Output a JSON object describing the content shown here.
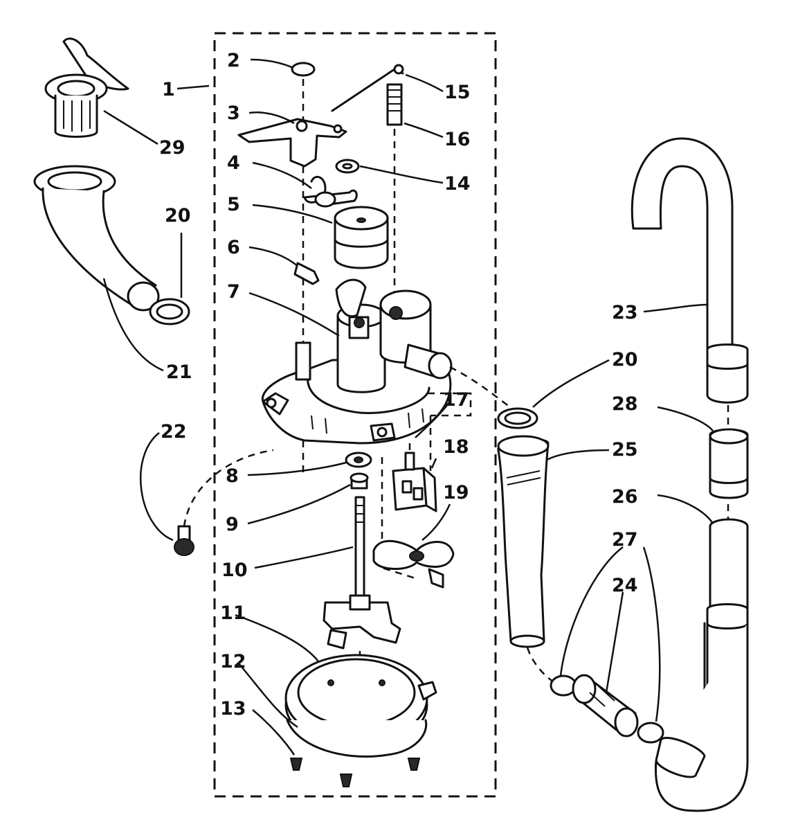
{
  "callouts": {
    "c1": "1",
    "c2": "2",
    "c3": "3",
    "c4": "4",
    "c5": "5",
    "c6": "6",
    "c7": "7",
    "c8": "8",
    "c9": "9",
    "c10": "10",
    "c11": "11",
    "c12": "12",
    "c13": "13",
    "c14": "14",
    "c15": "15",
    "c16": "16",
    "c17": "17",
    "c18": "18",
    "c19": "19",
    "c20a": "20",
    "c20b": "20",
    "c21": "21",
    "c22": "22",
    "c23": "23",
    "c24": "24",
    "c25": "25",
    "c26": "26",
    "c27": "27",
    "c28": "28",
    "c29": "29"
  }
}
